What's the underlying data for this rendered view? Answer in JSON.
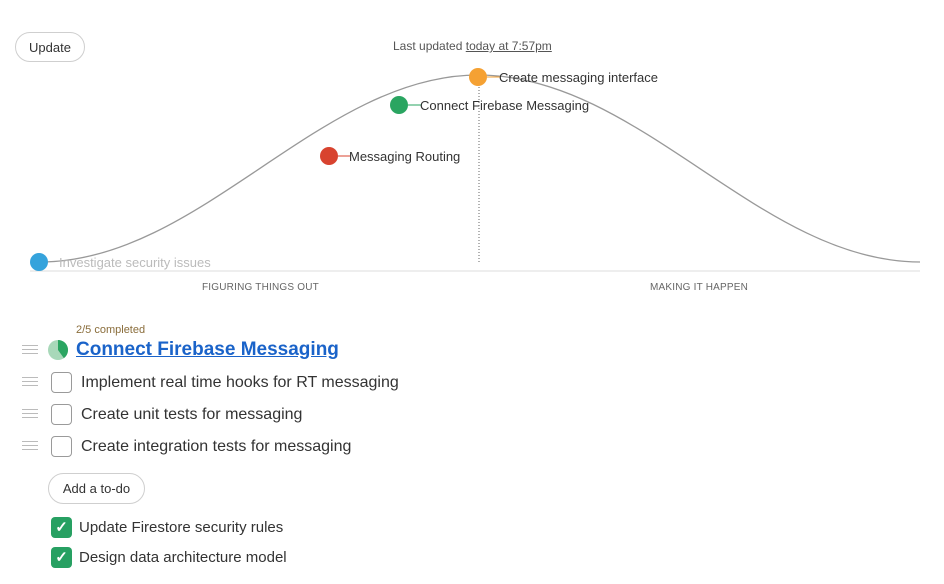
{
  "header": {
    "update_label": "Update",
    "last_updated_prefix": "Last updated",
    "last_updated_time": "today at 7:57pm"
  },
  "hill": {
    "phases": [
      "FIGURING THINGS OUT",
      "MAKING IT HAPPEN"
    ],
    "dots": [
      {
        "label": "Investigate security issues",
        "color": "#35a3dc",
        "faded": true
      },
      {
        "label": "Messaging Routing",
        "color": "#d8432f",
        "faded": false
      },
      {
        "label": "Connect Firebase Messaging",
        "color": "#2aa561",
        "faded": false
      },
      {
        "label": "Create messaging interface",
        "color": "#f5a133",
        "faded": false
      }
    ]
  },
  "list": {
    "progress": "2/5 completed",
    "completed_fraction": 0.4,
    "title": "Connect Firebase Messaging",
    "todos": [
      "Implement real time hooks for RT messaging",
      "Create unit tests for messaging",
      "Create integration tests for messaging"
    ],
    "add_todo_label": "Add a to-do",
    "completed": [
      "Update Firestore security rules",
      "Design data architecture model"
    ]
  }
}
